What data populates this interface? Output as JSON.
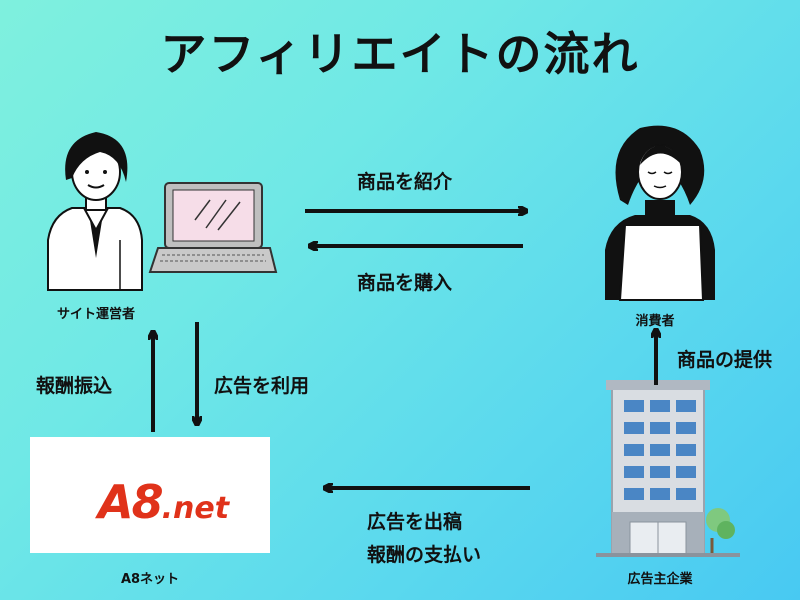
{
  "title": "アフィリエイトの流れ",
  "nodes": {
    "site_owner": "サイト運営者",
    "consumer": "消費者",
    "a8net": "A8ネット",
    "advertiser": "広告主企業"
  },
  "flows": {
    "introduce_product": "商品を紹介",
    "purchase_product": "商品を購入",
    "reward_transfer": "報酬振込",
    "use_ads": "広告を利用",
    "provide_product": "商品の提供",
    "place_ads": "広告を出稿",
    "pay_reward": "報酬の支払い"
  },
  "logo": {
    "main": "A8",
    "suffix": ".net"
  },
  "colors": {
    "logo_red": "#e0321a",
    "logo_green": "#6aa84f",
    "bee_yellow": "#f4c531"
  }
}
